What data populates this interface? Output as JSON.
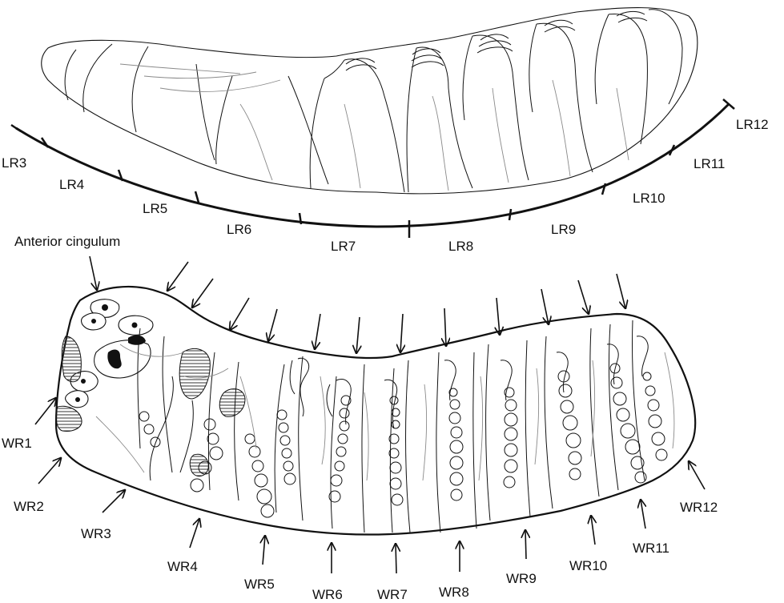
{
  "lateral_labels": [
    "LR3",
    "LR4",
    "LR5",
    "LR6",
    "LR7",
    "LR8",
    "LR9",
    "LR10",
    "LR11",
    "LR12"
  ],
  "wear_labels": [
    "WR1",
    "WR2",
    "WR3",
    "WR4",
    "WR5",
    "WR6",
    "WR7",
    "WR8",
    "WR9",
    "WR10",
    "WR11",
    "WR12"
  ],
  "anterior_label": "Anterior cingulum",
  "colors": {
    "line": "#111111",
    "grey_line": "#8a8a8a",
    "background": "#ffffff"
  }
}
